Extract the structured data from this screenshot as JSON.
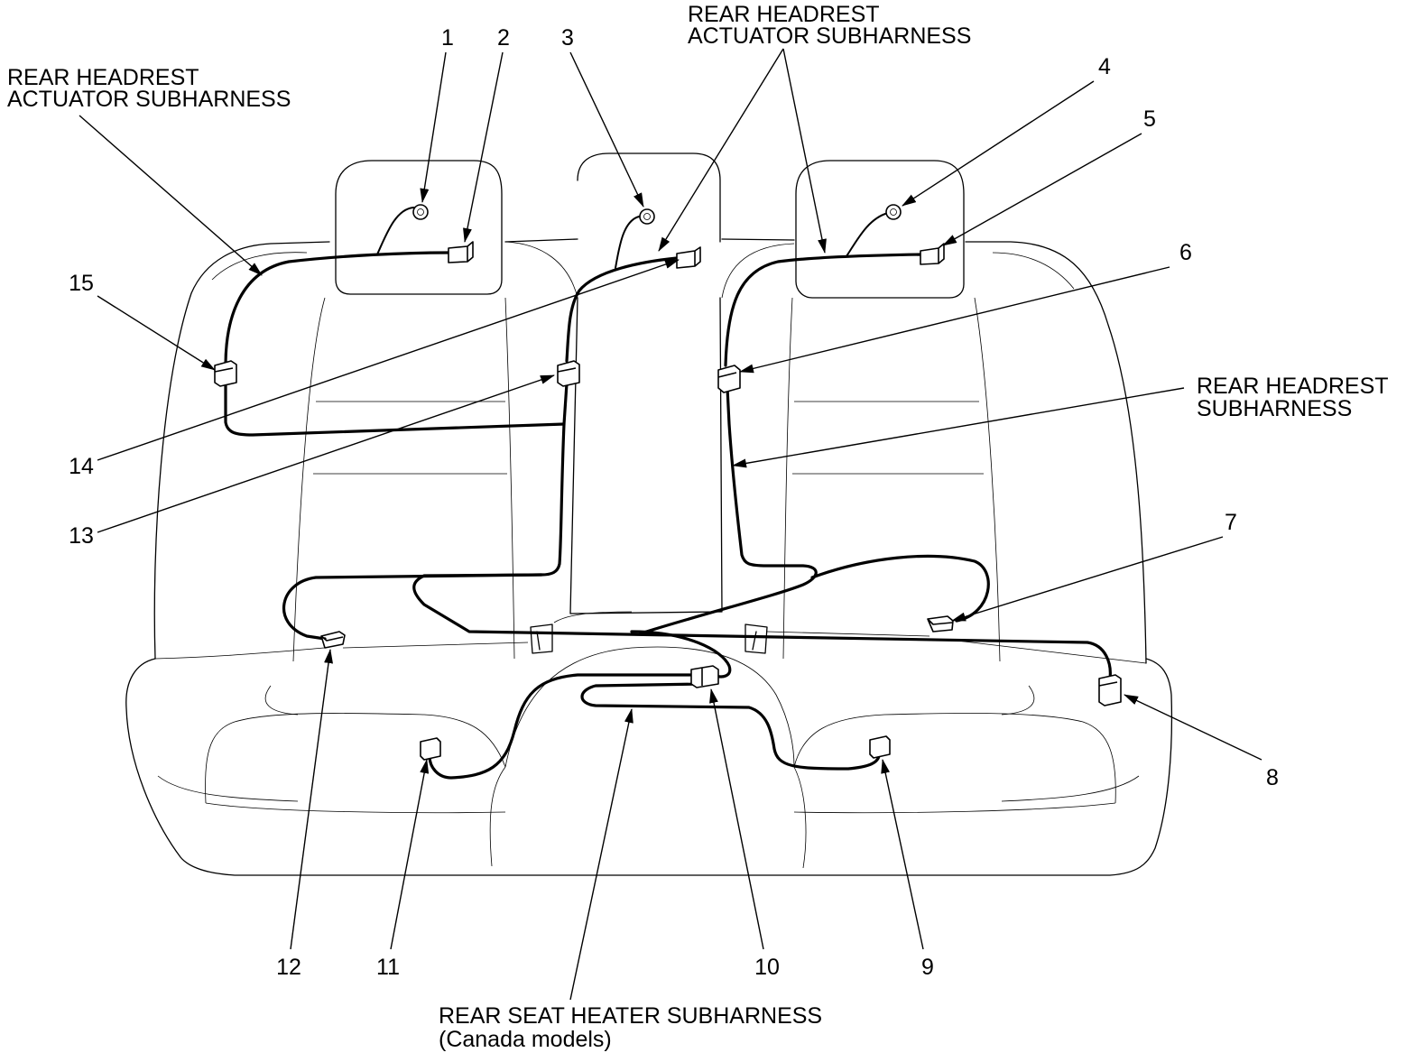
{
  "callouts": {
    "n1": "1",
    "n2": "2",
    "n3": "3",
    "n4": "4",
    "n5": "5",
    "n6": "6",
    "n7": "7",
    "n8": "8",
    "n9": "9",
    "n10": "10",
    "n11": "11",
    "n12": "12",
    "n13": "13",
    "n14": "14",
    "n15": "15"
  },
  "labels": {
    "actuator_left": {
      "line1": "REAR HEADREST",
      "line2": "ACTUATOR SUBHARNESS"
    },
    "actuator_top": {
      "line1": "REAR HEADREST",
      "line2": "ACTUATOR SUBHARNESS"
    },
    "headrest_sub": {
      "line1": "REAR HEADREST",
      "line2": "SUBHARNESS"
    },
    "heater_sub": {
      "line1": "REAR SEAT HEATER SUBHARNESS",
      "line2": "(Canada models)"
    }
  }
}
